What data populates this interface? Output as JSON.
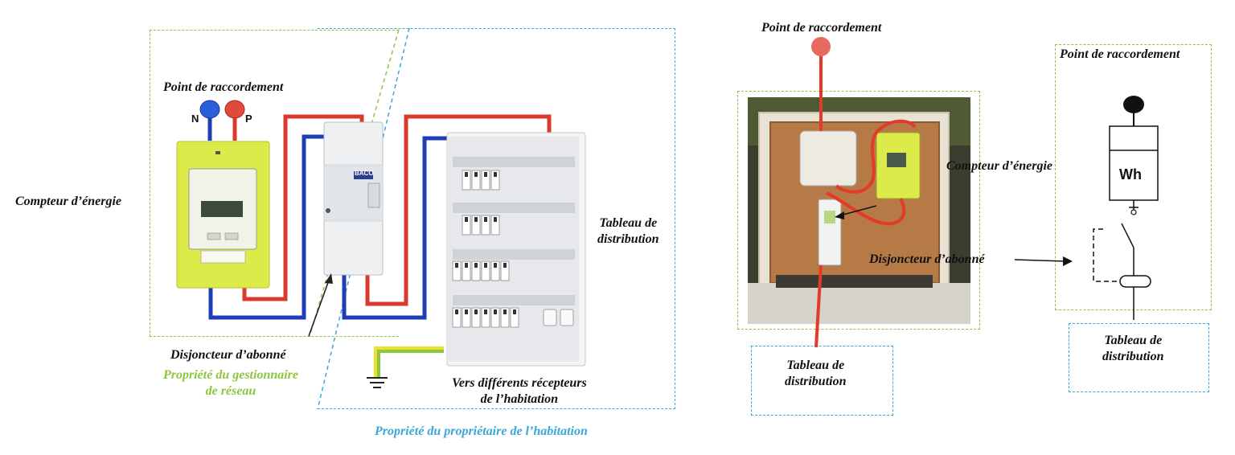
{
  "left": {
    "point_label": "Point de raccordement",
    "neutral_label": "N",
    "phase_label": "P",
    "meter_label": "Compteur d’énergie",
    "panel_label": "Tableau de\ndistribution",
    "breaker_label": "Disjoncteur d’abonné",
    "network_owner_label": "Propriété du gestionnaire\nde réseau",
    "receivers_label": "Vers différents récepteurs\nde l’habitation",
    "home_owner_label": "Propriété du propriétaire de l’habitation",
    "breaker_brand": "BACO"
  },
  "middle": {
    "point_label": "Point de raccordement",
    "meter_label": "Compteur d’énergie",
    "breaker_label": "Disjoncteur d’abonné",
    "panel_label": "Tableau de\ndistribution"
  },
  "right": {
    "point_label": "Point de raccordement",
    "meter_symbol": "Wh",
    "panel_label": "Tableau de\ndistribution"
  },
  "colors": {
    "phase": "#d93a2b",
    "neutral": "#1f3db5",
    "earth": "#8dc63f",
    "network_zone": "#8dc63f",
    "home_zone": "#3ba6d8",
    "meter_body": "#dcea4a"
  }
}
